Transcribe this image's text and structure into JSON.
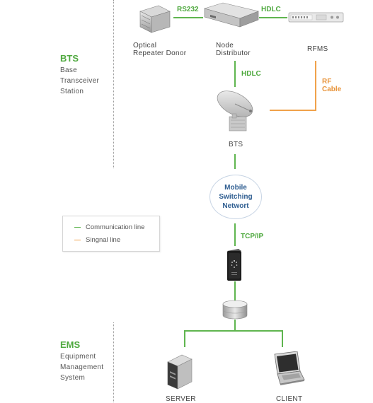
{
  "sections": {
    "bts": {
      "title": "BTS",
      "subtitle_lines": [
        "Base",
        "Transceiver",
        "Station"
      ]
    },
    "ems": {
      "title": "EMS",
      "subtitle_lines": [
        "Equipment",
        "Management",
        "System"
      ]
    }
  },
  "devices": {
    "optical_repeater": {
      "label_lines": [
        "Optical",
        "Repeater Donor"
      ]
    },
    "node_distributor": {
      "label_lines": [
        "Node",
        "Distributor"
      ]
    },
    "rfms": {
      "label": "RFMS"
    },
    "bts": {
      "label": "BTS"
    },
    "server": {
      "label": "SERVER"
    },
    "client": {
      "label": "CLIENT"
    }
  },
  "links": {
    "rs232": "RS232",
    "hdlc_top": "HDLC",
    "hdlc_mid": "HDLC",
    "rf_cable_lines": [
      "RF",
      "Cable"
    ],
    "tcpip": "TCP/IP"
  },
  "msc": {
    "lines": [
      "Mobile",
      "Switching",
      "Networt"
    ]
  },
  "legend": {
    "communication": "Communication line",
    "signal": "Singnal line"
  },
  "colors": {
    "communication_line": "#5fb54f",
    "signal_line": "#f0a24a",
    "msc_text": "#2f5e91"
  }
}
